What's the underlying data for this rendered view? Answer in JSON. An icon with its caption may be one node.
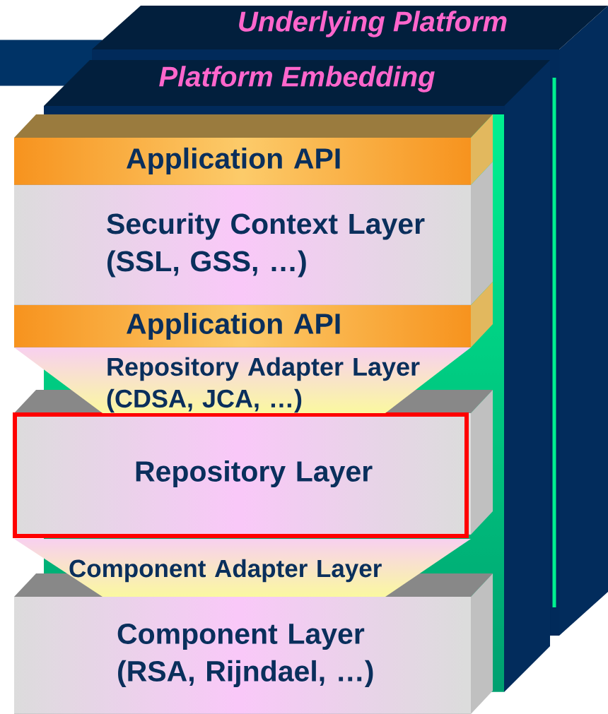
{
  "diagram": {
    "nodes": [
      {
        "text": [
          "Underlying Platform"
        ]
      },
      {
        "text": [
          "Platform Embedding"
        ]
      },
      {
        "text": [
          "Application API"
        ]
      },
      {
        "text": [
          "Security Context Layer (SSL, GSS, …)"
        ]
      },
      {
        "text": [
          "Application API"
        ]
      },
      {
        "text": [
          "Repository Adapter Layer (CDSA, JCA, …)"
        ]
      },
      {
        "text": [
          "Repository Layer"
        ]
      },
      {
        "text": [
          "Component Adapter Layer"
        ]
      },
      {
        "text": [
          "Component Layer (RSA, Rijndael, …)"
        ]
      },
      {
        "text": [],
        "shape": "bar"
      }
    ]
  }
}
